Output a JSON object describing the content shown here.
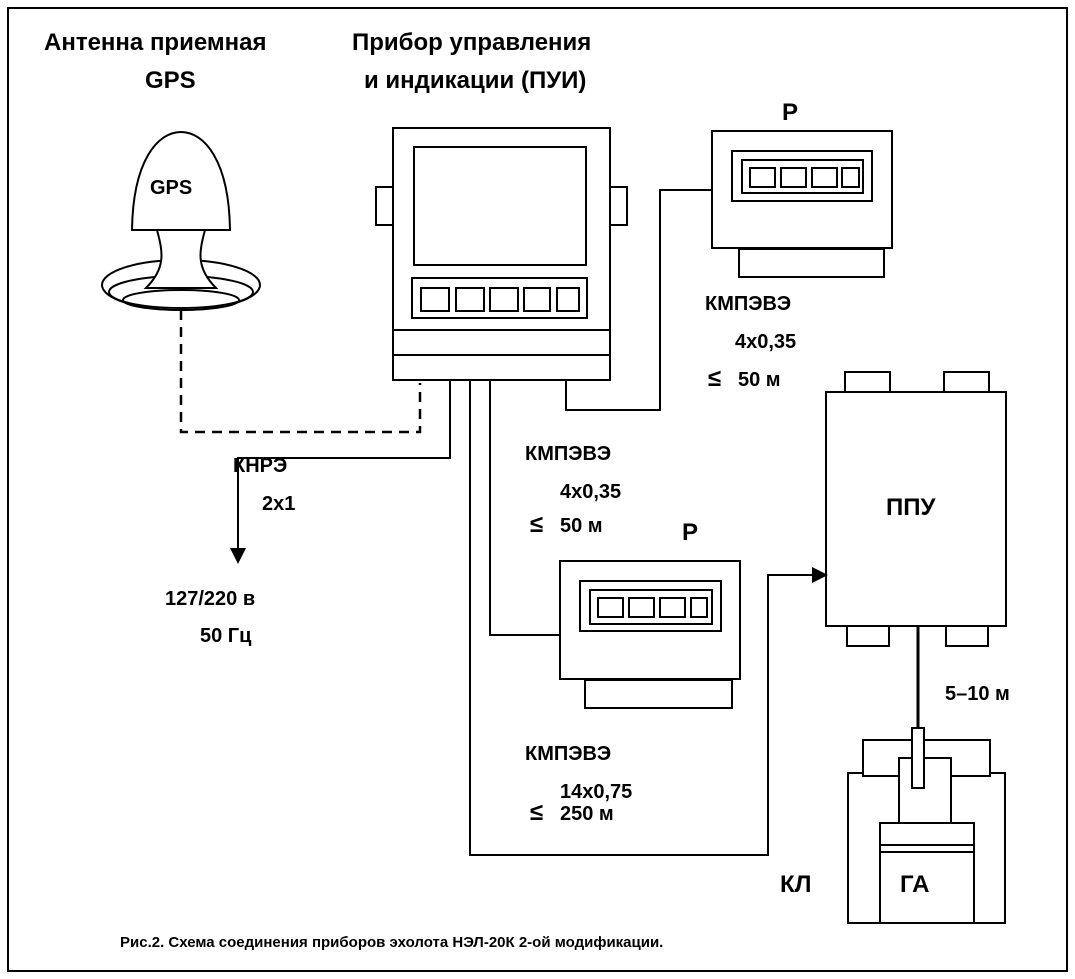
{
  "labels": {
    "antenna_title_1": "Антенна приемная",
    "antenna_title_2": "GPS",
    "antenna_dome": "GPS",
    "pui_title_1": "Прибор управления",
    "pui_title_2": "и индикации (ПУИ)",
    "repeater_top": "Р",
    "repeater_bottom": "Р",
    "cable_top_1": "КМПЭВЭ",
    "cable_top_2": "4x0,35",
    "cable_top_3": "50 м",
    "cable_mid_1": "КМПЭВЭ",
    "cable_mid_2": "4x0,35",
    "cable_mid_3": "50 м",
    "cable_bot_1": "КМПЭВЭ",
    "cable_bot_2": "14x0,75",
    "cable_bot_3": "250 м",
    "leq_symbol": "≤",
    "power_cable_1": "КНРЭ",
    "power_cable_2": "2x1",
    "power_1": "127/220 в",
    "power_2": "50 Гц",
    "ppu": "ППУ",
    "distance": "5–10 м",
    "kl": "КЛ",
    "ga": "ГА",
    "caption": "Рис.2. Схема соединения приборов эхолота НЭЛ-20К 2-ой модификации."
  }
}
